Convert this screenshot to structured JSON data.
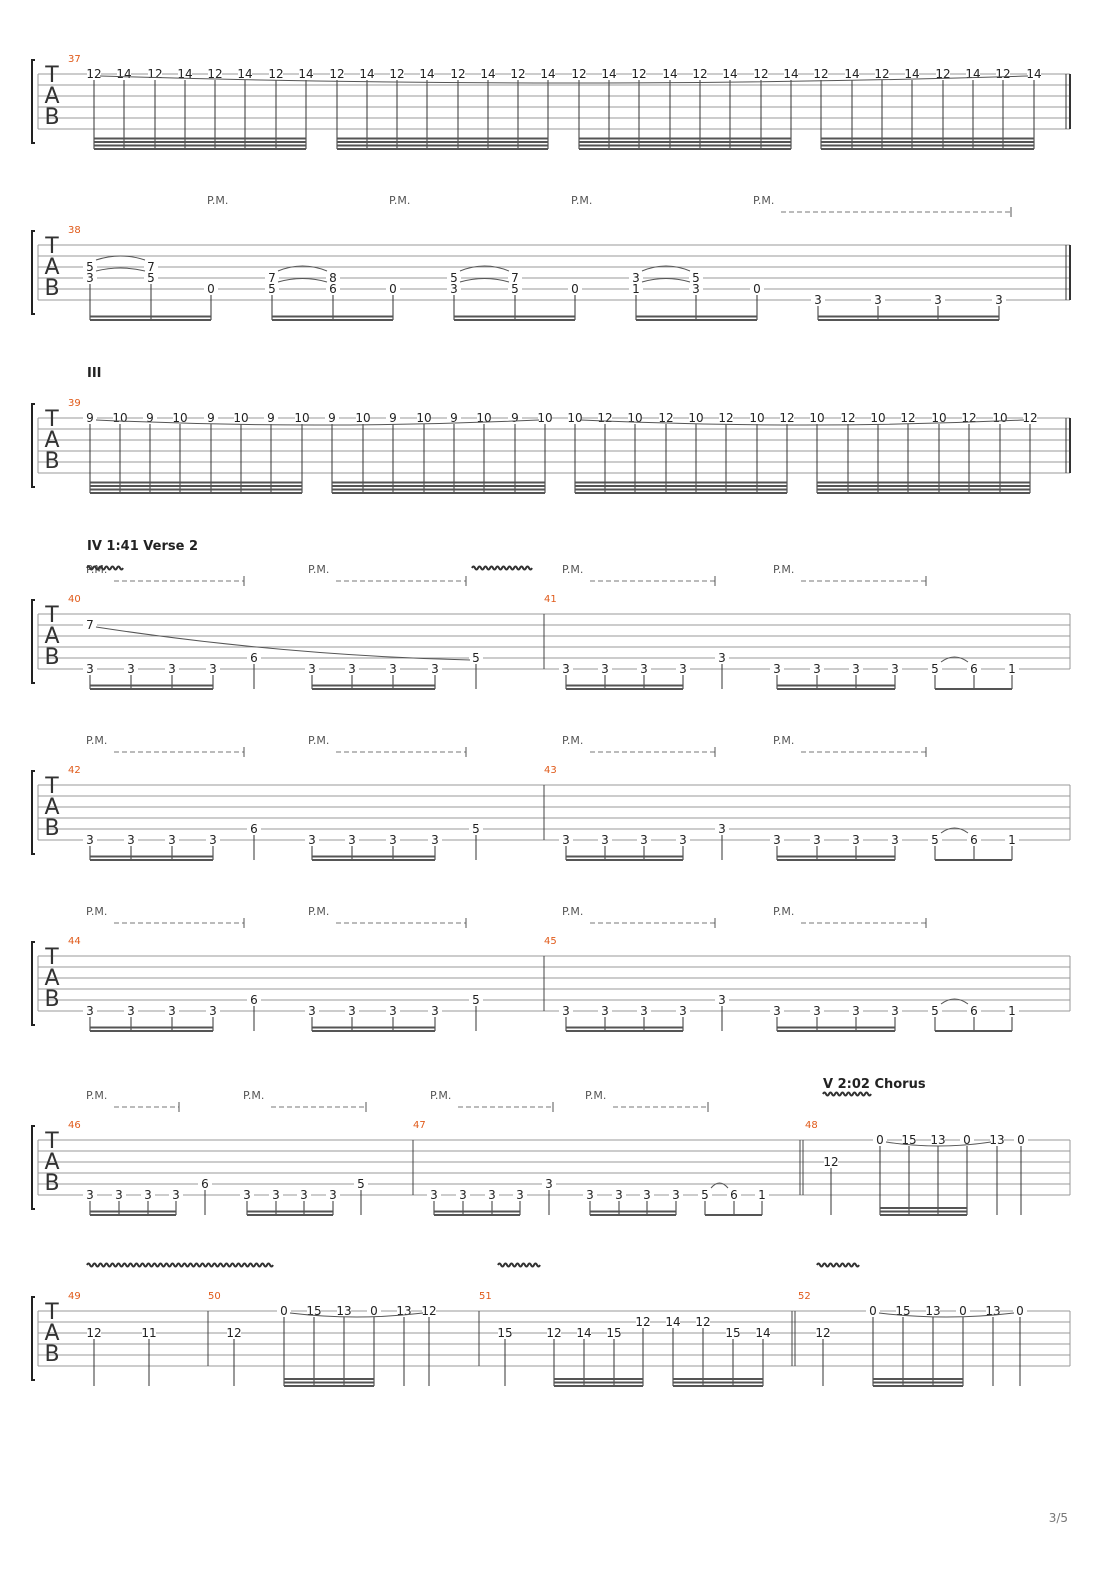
{
  "page": {
    "number": "3/5"
  },
  "systems": [
    {
      "measures": [
        "37"
      ],
      "section": "",
      "pm": [],
      "vibrato": [],
      "notes": [
        {
          "s": 1,
          "f": "12"
        },
        {
          "s": 1,
          "f": "14"
        },
        {
          "s": 1,
          "f": "12"
        },
        {
          "s": 1,
          "f": "14"
        },
        {
          "s": 1,
          "f": "12"
        },
        {
          "s": 1,
          "f": "14"
        },
        {
          "s": 1,
          "f": "12"
        },
        {
          "s": 1,
          "f": "14"
        },
        {
          "s": 1,
          "f": "12"
        },
        {
          "s": 1,
          "f": "14"
        },
        {
          "s": 1,
          "f": "12"
        },
        {
          "s": 1,
          "f": "14"
        },
        {
          "s": 1,
          "f": "12"
        },
        {
          "s": 1,
          "f": "14"
        },
        {
          "s": 1,
          "f": "12"
        },
        {
          "s": 1,
          "f": "14"
        },
        {
          "s": 1,
          "f": "12"
        },
        {
          "s": 1,
          "f": "14"
        },
        {
          "s": 1,
          "f": "12"
        },
        {
          "s": 1,
          "f": "14"
        },
        {
          "s": 1,
          "f": "12"
        },
        {
          "s": 1,
          "f": "14"
        },
        {
          "s": 1,
          "f": "12"
        },
        {
          "s": 1,
          "f": "14"
        },
        {
          "s": 1,
          "f": "12"
        },
        {
          "s": 1,
          "f": "14"
        },
        {
          "s": 1,
          "f": "12"
        },
        {
          "s": 1,
          "f": "14"
        },
        {
          "s": 1,
          "f": "12"
        },
        {
          "s": 1,
          "f": "14"
        },
        {
          "s": 1,
          "f": "12"
        },
        {
          "s": 1,
          "f": "14"
        }
      ]
    },
    {
      "measures": [
        "38"
      ],
      "section": "",
      "pm": [
        "P.M.",
        "P.M.",
        "P.M.",
        "P.M."
      ],
      "vibrato": [],
      "notes": [
        {
          "s": 3,
          "f": "5"
        },
        {
          "s": 4,
          "f": "3"
        },
        {
          "s": 3,
          "f": "7"
        },
        {
          "s": 4,
          "f": "5"
        },
        {
          "s": 5,
          "f": "0"
        },
        {
          "s": 4,
          "f": "7"
        },
        {
          "s": 5,
          "f": "5"
        },
        {
          "s": 4,
          "f": "8"
        },
        {
          "s": 5,
          "f": "6"
        },
        {
          "s": 5,
          "f": "0"
        },
        {
          "s": 4,
          "f": "5"
        },
        {
          "s": 5,
          "f": "3"
        },
        {
          "s": 4,
          "f": "7"
        },
        {
          "s": 5,
          "f": "5"
        },
        {
          "s": 5,
          "f": "0"
        },
        {
          "s": 4,
          "f": "3"
        },
        {
          "s": 5,
          "f": "1"
        },
        {
          "s": 4,
          "f": "5"
        },
        {
          "s": 5,
          "f": "3"
        },
        {
          "s": 5,
          "f": "0"
        },
        {
          "s": 6,
          "f": "3"
        },
        {
          "s": 6,
          "f": "3"
        },
        {
          "s": 6,
          "f": "3"
        },
        {
          "s": 6,
          "f": "3"
        }
      ]
    },
    {
      "measures": [
        "39"
      ],
      "section": "III",
      "pm": [],
      "vibrato": [],
      "notes": [
        {
          "s": 1,
          "f": "9"
        },
        {
          "s": 1,
          "f": "10"
        },
        {
          "s": 1,
          "f": "9"
        },
        {
          "s": 1,
          "f": "10"
        },
        {
          "s": 1,
          "f": "9"
        },
        {
          "s": 1,
          "f": "10"
        },
        {
          "s": 1,
          "f": "9"
        },
        {
          "s": 1,
          "f": "10"
        },
        {
          "s": 1,
          "f": "9"
        },
        {
          "s": 1,
          "f": "10"
        },
        {
          "s": 1,
          "f": "9"
        },
        {
          "s": 1,
          "f": "10"
        },
        {
          "s": 1,
          "f": "9"
        },
        {
          "s": 1,
          "f": "10"
        },
        {
          "s": 1,
          "f": "9"
        },
        {
          "s": 1,
          "f": "10"
        },
        {
          "s": 1,
          "f": "10"
        },
        {
          "s": 1,
          "f": "12"
        },
        {
          "s": 1,
          "f": "10"
        },
        {
          "s": 1,
          "f": "12"
        },
        {
          "s": 1,
          "f": "10"
        },
        {
          "s": 1,
          "f": "12"
        },
        {
          "s": 1,
          "f": "10"
        },
        {
          "s": 1,
          "f": "12"
        },
        {
          "s": 1,
          "f": "10"
        },
        {
          "s": 1,
          "f": "12"
        },
        {
          "s": 1,
          "f": "10"
        },
        {
          "s": 1,
          "f": "12"
        },
        {
          "s": 1,
          "f": "10"
        },
        {
          "s": 1,
          "f": "12"
        },
        {
          "s": 1,
          "f": "10"
        },
        {
          "s": 1,
          "f": "12"
        }
      ]
    },
    {
      "measures": [
        "40",
        "41"
      ],
      "section": "IV 1:41 Verse 2",
      "pm": [
        "P.M.",
        "P.M.",
        "P.M.",
        "P.M."
      ],
      "vibrato": [
        "vibrato-1",
        "vibrato-2"
      ],
      "notes": [
        {
          "s": 2,
          "f": "7"
        },
        {
          "s": 6,
          "f": "3"
        },
        {
          "s": 6,
          "f": "3"
        },
        {
          "s": 6,
          "f": "3"
        },
        {
          "s": 6,
          "f": "3"
        },
        {
          "s": 5,
          "f": "6"
        },
        {
          "s": 6,
          "f": "3"
        },
        {
          "s": 6,
          "f": "3"
        },
        {
          "s": 6,
          "f": "3"
        },
        {
          "s": 6,
          "f": "3"
        },
        {
          "s": 5,
          "f": "5"
        },
        {
          "s": 6,
          "f": "3"
        },
        {
          "s": 6,
          "f": "3"
        },
        {
          "s": 6,
          "f": "3"
        },
        {
          "s": 6,
          "f": "3"
        },
        {
          "s": 5,
          "f": "3"
        },
        {
          "s": 6,
          "f": "3"
        },
        {
          "s": 6,
          "f": "3"
        },
        {
          "s": 6,
          "f": "3"
        },
        {
          "s": 6,
          "f": "3"
        },
        {
          "s": 6,
          "f": "5"
        },
        {
          "s": 6,
          "f": "6"
        },
        {
          "s": 6,
          "f": "1"
        }
      ]
    },
    {
      "measures": [
        "42",
        "43"
      ],
      "section": "",
      "pm": [
        "P.M.",
        "P.M.",
        "P.M.",
        "P.M."
      ],
      "vibrato": [],
      "notes": [
        {
          "s": 6,
          "f": "3"
        },
        {
          "s": 6,
          "f": "3"
        },
        {
          "s": 6,
          "f": "3"
        },
        {
          "s": 6,
          "f": "3"
        },
        {
          "s": 5,
          "f": "6"
        },
        {
          "s": 6,
          "f": "3"
        },
        {
          "s": 6,
          "f": "3"
        },
        {
          "s": 6,
          "f": "3"
        },
        {
          "s": 6,
          "f": "3"
        },
        {
          "s": 5,
          "f": "5"
        },
        {
          "s": 6,
          "f": "3"
        },
        {
          "s": 6,
          "f": "3"
        },
        {
          "s": 6,
          "f": "3"
        },
        {
          "s": 6,
          "f": "3"
        },
        {
          "s": 5,
          "f": "3"
        },
        {
          "s": 6,
          "f": "3"
        },
        {
          "s": 6,
          "f": "3"
        },
        {
          "s": 6,
          "f": "3"
        },
        {
          "s": 6,
          "f": "3"
        },
        {
          "s": 6,
          "f": "5"
        },
        {
          "s": 6,
          "f": "6"
        },
        {
          "s": 6,
          "f": "1"
        }
      ]
    },
    {
      "measures": [
        "44",
        "45"
      ],
      "section": "",
      "pm": [
        "P.M.",
        "P.M.",
        "P.M.",
        "P.M."
      ],
      "vibrato": [],
      "notes": [
        {
          "s": 6,
          "f": "3"
        },
        {
          "s": 6,
          "f": "3"
        },
        {
          "s": 6,
          "f": "3"
        },
        {
          "s": 6,
          "f": "3"
        },
        {
          "s": 5,
          "f": "6"
        },
        {
          "s": 6,
          "f": "3"
        },
        {
          "s": 6,
          "f": "3"
        },
        {
          "s": 6,
          "f": "3"
        },
        {
          "s": 6,
          "f": "3"
        },
        {
          "s": 5,
          "f": "5"
        },
        {
          "s": 6,
          "f": "3"
        },
        {
          "s": 6,
          "f": "3"
        },
        {
          "s": 6,
          "f": "3"
        },
        {
          "s": 6,
          "f": "3"
        },
        {
          "s": 5,
          "f": "3"
        },
        {
          "s": 6,
          "f": "3"
        },
        {
          "s": 6,
          "f": "3"
        },
        {
          "s": 6,
          "f": "3"
        },
        {
          "s": 6,
          "f": "3"
        },
        {
          "s": 6,
          "f": "5"
        },
        {
          "s": 6,
          "f": "6"
        },
        {
          "s": 6,
          "f": "1"
        }
      ]
    },
    {
      "measures": [
        "46",
        "47",
        "48"
      ],
      "section": "V 2:02 Chorus",
      "pm": [
        "P.M.",
        "P.M.",
        "P.M.",
        "P.M."
      ],
      "vibrato": [
        "vibrato-1"
      ],
      "notes": [
        {
          "s": 6,
          "f": "3"
        },
        {
          "s": 6,
          "f": "3"
        },
        {
          "s": 6,
          "f": "3"
        },
        {
          "s": 6,
          "f": "3"
        },
        {
          "s": 5,
          "f": "6"
        },
        {
          "s": 6,
          "f": "3"
        },
        {
          "s": 6,
          "f": "3"
        },
        {
          "s": 6,
          "f": "3"
        },
        {
          "s": 6,
          "f": "3"
        },
        {
          "s": 5,
          "f": "5"
        },
        {
          "s": 6,
          "f": "3"
        },
        {
          "s": 6,
          "f": "3"
        },
        {
          "s": 6,
          "f": "3"
        },
        {
          "s": 6,
          "f": "3"
        },
        {
          "s": 5,
          "f": "3"
        },
        {
          "s": 6,
          "f": "3"
        },
        {
          "s": 6,
          "f": "3"
        },
        {
          "s": 6,
          "f": "3"
        },
        {
          "s": 6,
          "f": "3"
        },
        {
          "s": 6,
          "f": "5"
        },
        {
          "s": 6,
          "f": "6"
        },
        {
          "s": 6,
          "f": "1"
        },
        {
          "s": 3,
          "f": "12"
        },
        {
          "s": 1,
          "f": "0"
        },
        {
          "s": 1,
          "f": "15"
        },
        {
          "s": 1,
          "f": "13"
        },
        {
          "s": 1,
          "f": "0"
        },
        {
          "s": 1,
          "f": "13"
        },
        {
          "s": 1,
          "f": "0"
        }
      ]
    },
    {
      "measures": [
        "49",
        "50",
        "51",
        "52"
      ],
      "section": "",
      "pm": [],
      "vibrato": [
        "vibrato-1",
        "vibrato-2",
        "vibrato-3"
      ],
      "notes": [
        {
          "s": 3,
          "f": "12"
        },
        {
          "s": 3,
          "f": "11"
        },
        {
          "s": 3,
          "f": "12"
        },
        {
          "s": 1,
          "f": "0"
        },
        {
          "s": 1,
          "f": "15"
        },
        {
          "s": 1,
          "f": "13"
        },
        {
          "s": 1,
          "f": "0"
        },
        {
          "s": 1,
          "f": "13"
        },
        {
          "s": 1,
          "f": "12"
        },
        {
          "s": 3,
          "f": "15"
        },
        {
          "s": 3,
          "f": "12"
        },
        {
          "s": 3,
          "f": "14"
        },
        {
          "s": 3,
          "f": "15"
        },
        {
          "s": 2,
          "f": "12"
        },
        {
          "s": 2,
          "f": "14"
        },
        {
          "s": 2,
          "f": "12"
        },
        {
          "s": 3,
          "f": "15"
        },
        {
          "s": 3,
          "f": "14"
        },
        {
          "s": 3,
          "f": "12"
        },
        {
          "s": 1,
          "f": "0"
        },
        {
          "s": 1,
          "f": "15"
        },
        {
          "s": 1,
          "f": "13"
        },
        {
          "s": 1,
          "f": "0"
        },
        {
          "s": 1,
          "f": "13"
        },
        {
          "s": 1,
          "f": "0"
        }
      ]
    }
  ],
  "clef": [
    "T",
    "A",
    "B"
  ],
  "colors": {
    "ink": "#222222",
    "staff": "#9a9a9a",
    "measureNum": "#e05a1a",
    "beam": "#555555"
  }
}
